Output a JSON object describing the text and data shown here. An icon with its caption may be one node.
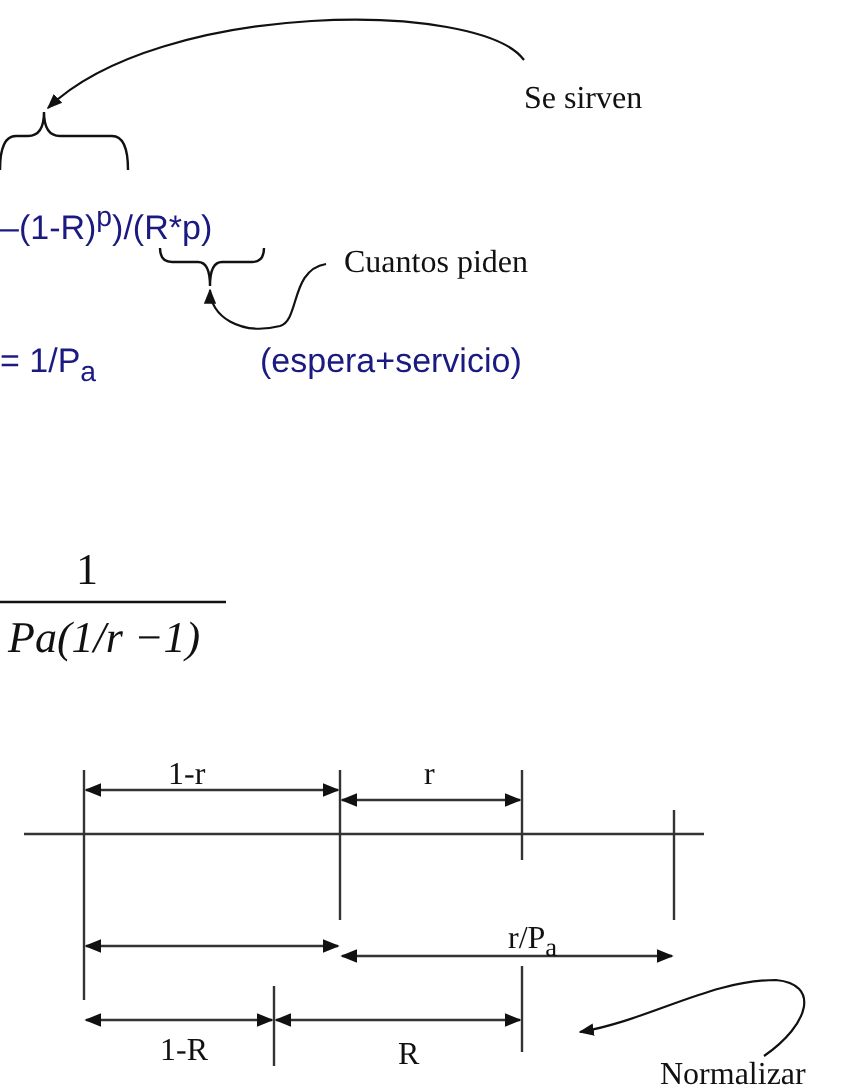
{
  "diagram": {
    "nodes": [
      {
        "text": [
          "Se sirven"
        ]
      },
      {
        "text": [],
        "shape": "brace"
      },
      {
        "text": [
          "Cuantos piden"
        ]
      },
      {
        "text": [],
        "shape": "brace"
      },
      {
        "text": [
          "Normalizar"
        ]
      }
    ],
    "edges": [
      {
        "from": 0,
        "to": 1,
        "arrow": "to"
      },
      {
        "from": 2,
        "to": 3,
        "arrow": "to"
      },
      {
        "from": 4,
        "to": null,
        "arrow": "to"
      }
    ],
    "labels": [
      "–(1-R)$^{p}$)/(R*p)",
      "= 1/P$_{a}$",
      "(espera+servicio)",
      "1",
      "Pa(1/r −1)",
      "1-r",
      "r",
      "r/P$_{a}$",
      "1-R",
      "R"
    ]
  }
}
